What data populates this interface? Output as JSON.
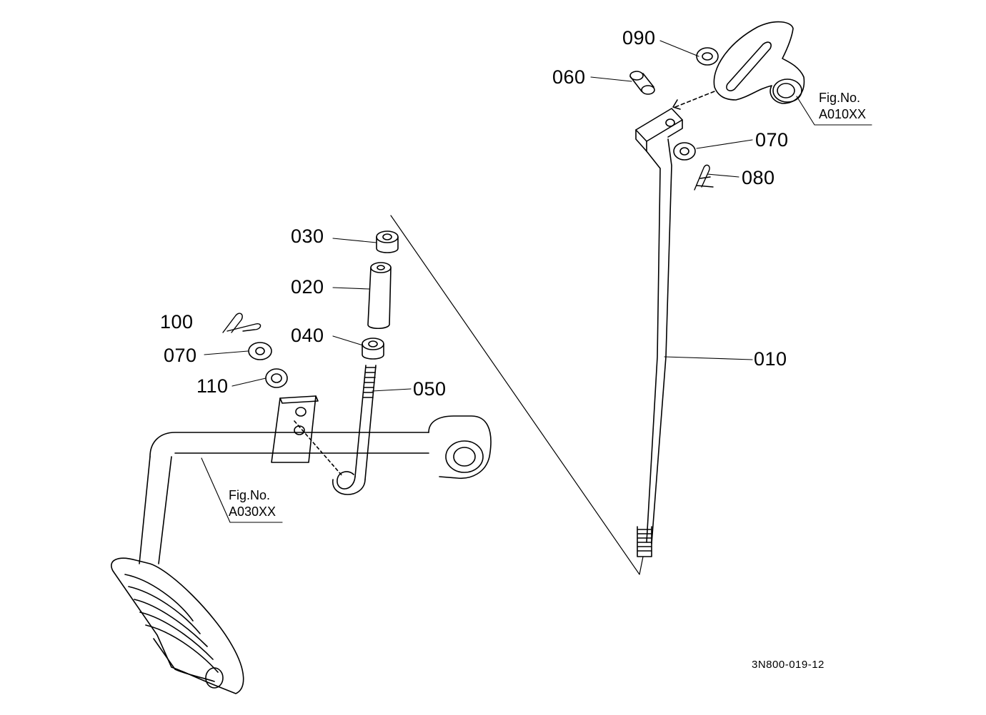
{
  "callouts": {
    "p090": "090",
    "p060": "060",
    "p070_top": "070",
    "p080": "080",
    "p030": "030",
    "p020": "020",
    "p100": "100",
    "p040": "040",
    "p070_left": "070",
    "p010": "010",
    "p110": "110",
    "p050": "050"
  },
  "figure_refs": {
    "top_right": {
      "line1": "Fig.No.",
      "line2": "A010XX"
    },
    "bottom_left": {
      "line1": "Fig.No.",
      "line2": "A030XX"
    }
  },
  "diagram_code": "3N800-019-12",
  "colors": {
    "ink": "#000000",
    "paper": "#ffffff"
  }
}
